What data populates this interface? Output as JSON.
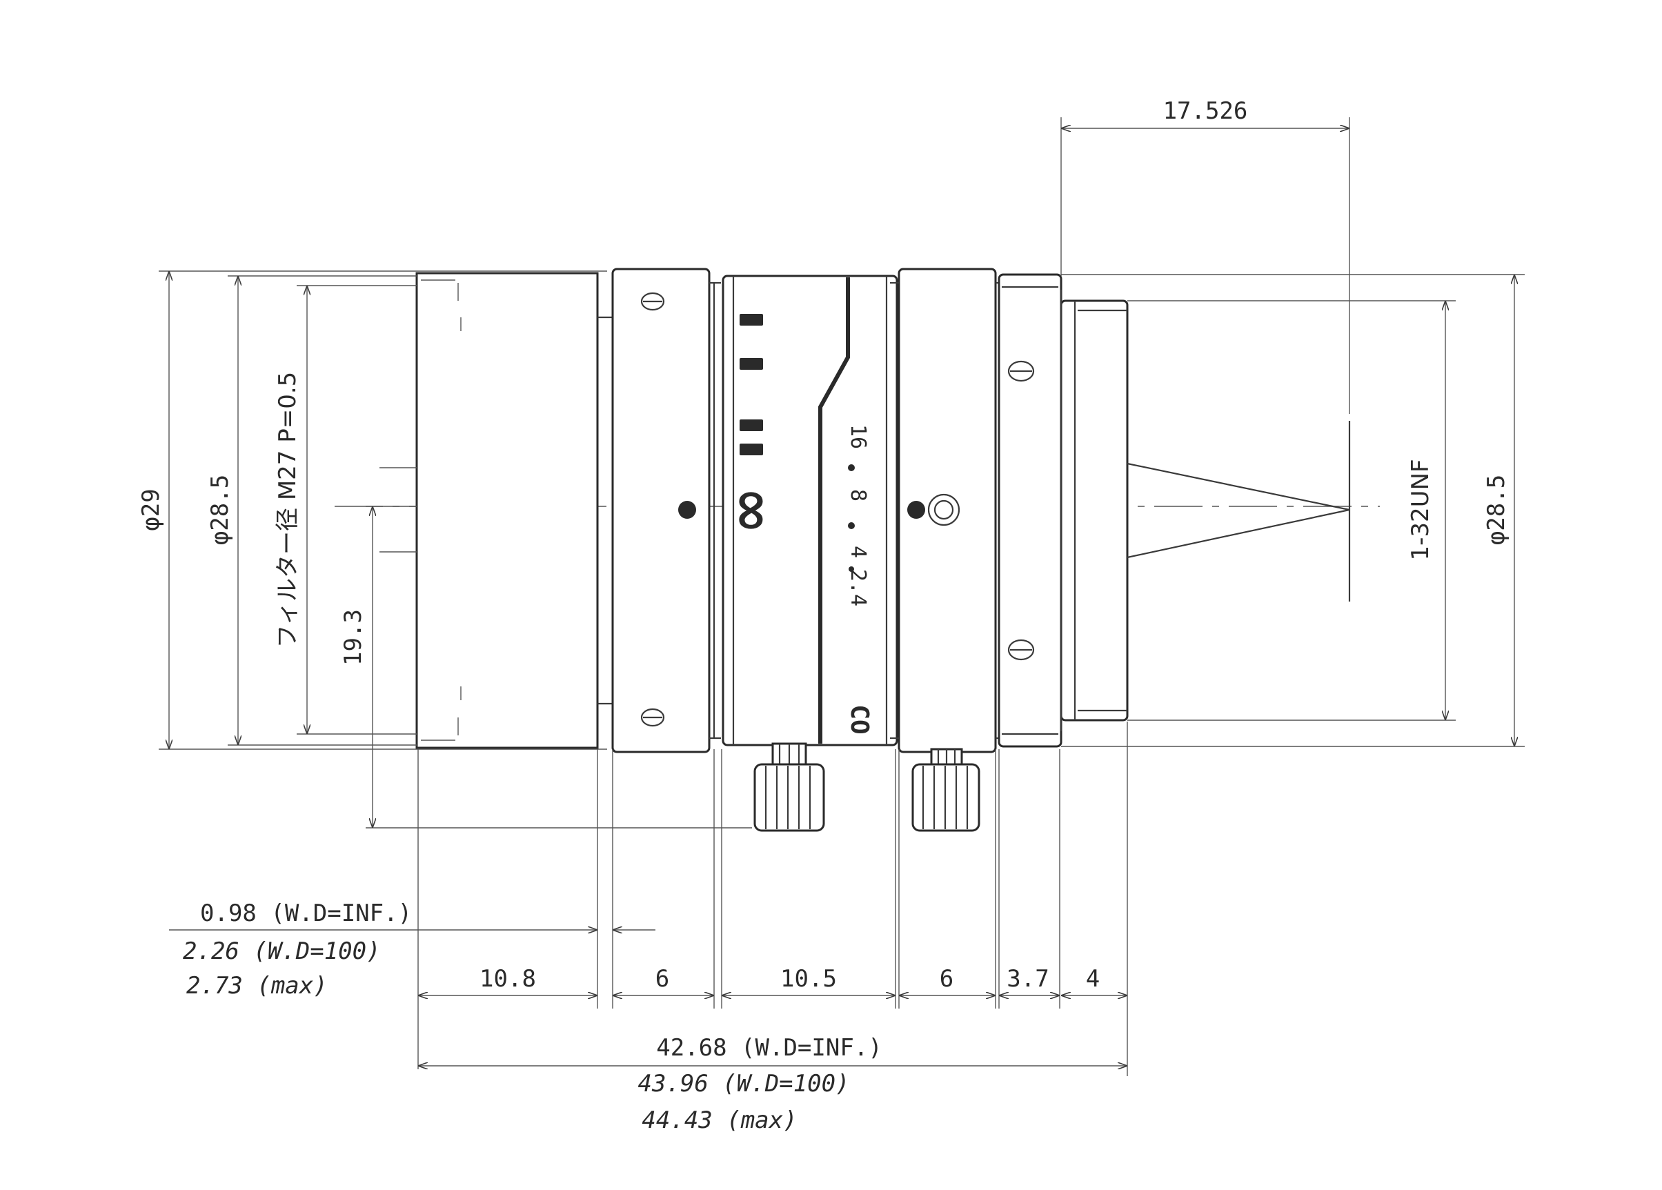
{
  "drawing": {
    "dims": {
      "top_offset": "17.526",
      "dia_overall": "φ29",
      "dia_front": "φ28.5",
      "filter_label": "フィルター径 M27 P=0.5",
      "center_to_knob": "19.3",
      "thread": "1-32UNF",
      "dia_mount": "φ28.5",
      "seg_1": "10.8",
      "seg_2": "6",
      "seg_3": "10.5",
      "seg_4": "6",
      "seg_5": "3.7",
      "seg_6": "4",
      "offset_inf": "0.98 (W.D=INF.)",
      "offset_100": "2.26 (W.D=100)",
      "offset_max": "2.73 (max)",
      "length_inf": "42.68 (W.D=INF.)",
      "length_100": "43.96 (W.D=100)",
      "length_max": "44.43 (max)"
    },
    "scale_marks": {
      "f16": "16",
      "f8": "8",
      "f4": "4",
      "f24": "2.4",
      "code": "CO"
    }
  }
}
